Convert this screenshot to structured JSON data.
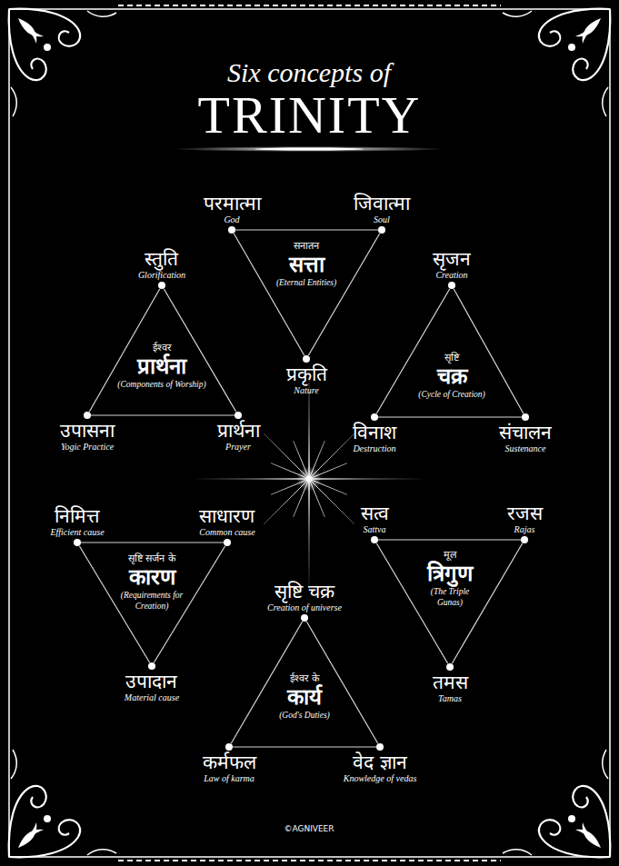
{
  "diagram": {
    "title": "TRINITY",
    "nodes": [
      {
        "text": [
          "सनातन",
          "सत्ता",
          "(Eternal Entities)"
        ]
      },
      {
        "text": [
          "परमात्मा",
          "God"
        ]
      },
      {
        "text": [
          "जिवात्मा",
          "Soul"
        ]
      },
      {
        "text": [
          "प्रकृति",
          "Nature"
        ]
      },
      {
        "text": [
          "ईश्वर",
          "प्रार्थना",
          "(Components of Worship)"
        ]
      },
      {
        "text": [
          "स्तुति",
          "Glorification"
        ]
      },
      {
        "text": [
          "उपासना",
          "Yogic Practice"
        ]
      },
      {
        "text": [
          "प्रार्थना",
          "Prayer"
        ]
      },
      {
        "text": [
          "सृष्टि",
          "चक्र",
          "(Cycle of Creation)"
        ]
      },
      {
        "text": [
          "सृजन",
          "Creation"
        ]
      },
      {
        "text": [
          "विनाश",
          "Destruction"
        ]
      },
      {
        "text": [
          "संचालन",
          "Sustenance"
        ]
      },
      {
        "text": [
          "सृष्टि सर्जन के",
          "कारण",
          "(Requirements for Creation)"
        ]
      },
      {
        "text": [
          "निमित्त",
          "Efficient cause"
        ]
      },
      {
        "text": [
          "साधारण",
          "Common cause"
        ]
      },
      {
        "text": [
          "उपादान",
          "Material cause"
        ]
      },
      {
        "text": [
          "मूल",
          "त्रिगुण",
          "(The Triple Gunas)"
        ]
      },
      {
        "text": [
          "सत्व",
          "Sattva"
        ]
      },
      {
        "text": [
          "रजस",
          "Rajas"
        ]
      },
      {
        "text": [
          "तमस",
          "Tamas"
        ]
      },
      {
        "text": [
          "ईश्वर के",
          "कार्य",
          "(God's Duties)"
        ]
      },
      {
        "text": [
          "सृष्टि चक्र",
          "Creation of universe"
        ]
      },
      {
        "text": [
          "कर्मफल",
          "Law of karma"
        ]
      },
      {
        "text": [
          "वेद ज्ञान",
          "Knowledge of vedas"
        ]
      }
    ],
    "edges": [
      {
        "from": 1,
        "to": 2,
        "arrow": "none"
      },
      {
        "from": 2,
        "to": 3,
        "arrow": "none"
      },
      {
        "from": 3,
        "to": 1,
        "arrow": "none"
      },
      {
        "from": 5,
        "to": 6,
        "arrow": "none"
      },
      {
        "from": 6,
        "to": 7,
        "arrow": "none"
      },
      {
        "from": 7,
        "to": 5,
        "arrow": "none"
      },
      {
        "from": 9,
        "to": 10,
        "arrow": "none"
      },
      {
        "from": 10,
        "to": 11,
        "arrow": "none"
      },
      {
        "from": 11,
        "to": 9,
        "arrow": "none"
      },
      {
        "from": 13,
        "to": 14,
        "arrow": "none"
      },
      {
        "from": 14,
        "to": 15,
        "arrow": "none"
      },
      {
        "from": 15,
        "to": 13,
        "arrow": "none"
      },
      {
        "from": 17,
        "to": 18,
        "arrow": "none"
      },
      {
        "from": 18,
        "to": 19,
        "arrow": "none"
      },
      {
        "from": 19,
        "to": 17,
        "arrow": "none"
      },
      {
        "from": 21,
        "to": 22,
        "arrow": "none"
      },
      {
        "from": 22,
        "to": 23,
        "arrow": "none"
      },
      {
        "from": 23,
        "to": 21,
        "arrow": "none"
      }
    ],
    "labels": [
      "Six concepts of",
      "©AGNIVEER"
    ]
  }
}
